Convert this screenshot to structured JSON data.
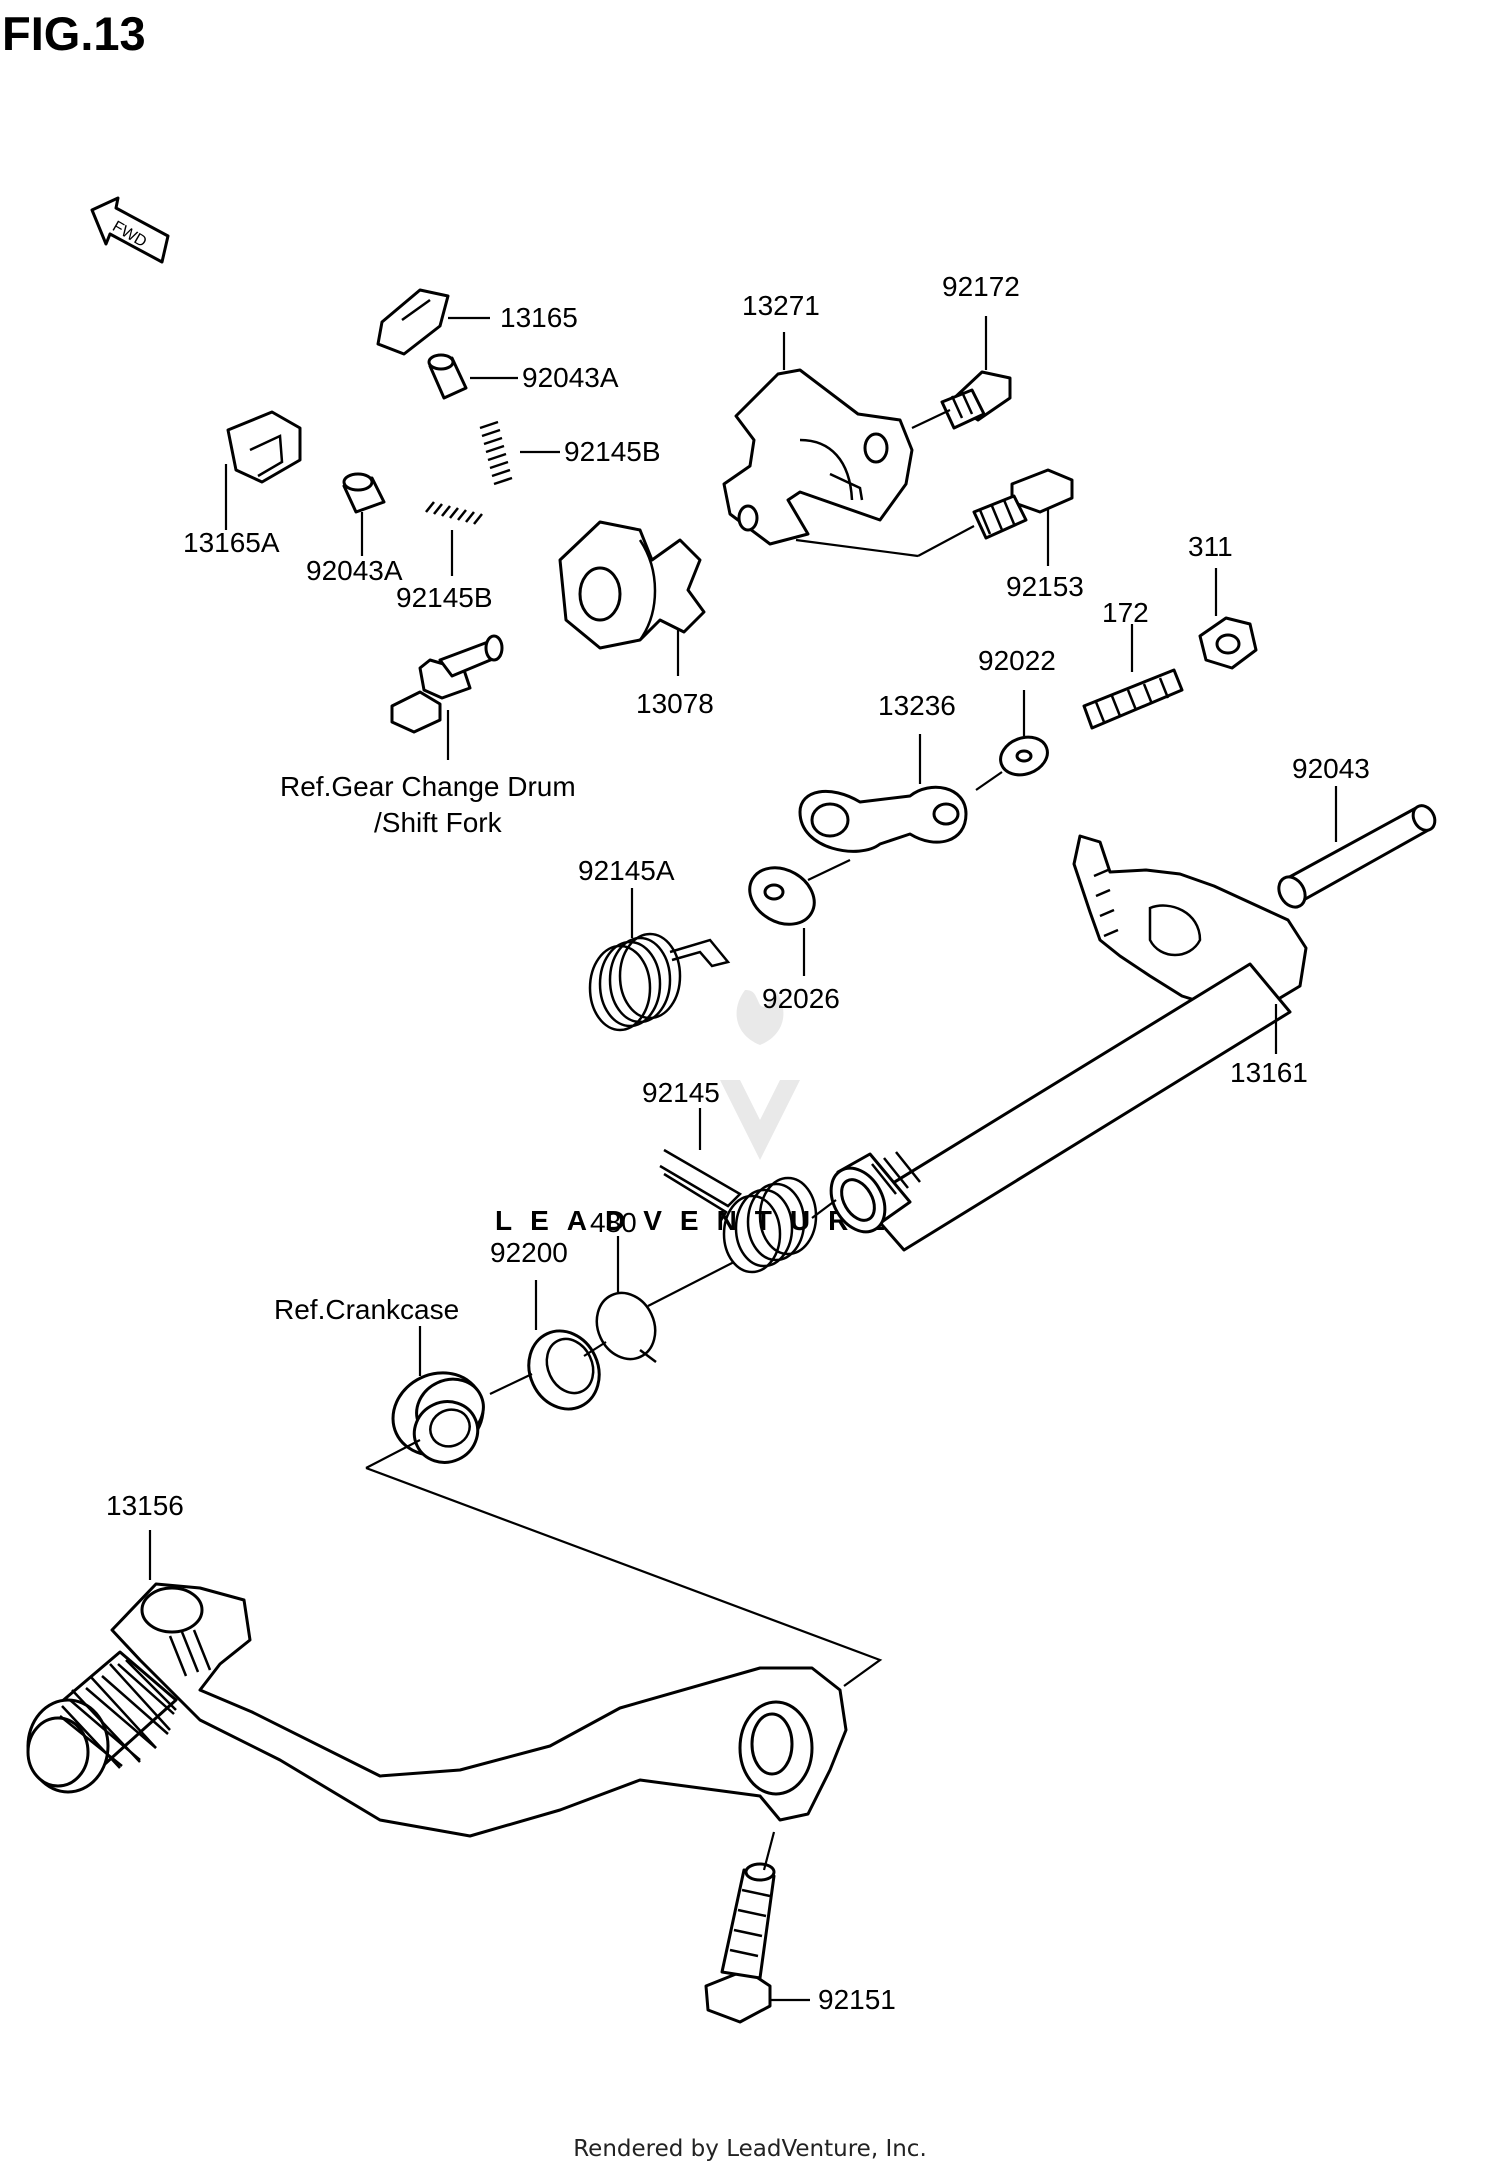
{
  "figure": {
    "title": "FIG.13",
    "fwd_label": "FWD"
  },
  "watermark": {
    "brand": "LEADVENTURE"
  },
  "labels": {
    "p13165": "13165",
    "p92043A_top": "92043A",
    "p92145B_top": "92145B",
    "p13165A": "13165A",
    "p92043A_low": "92043A",
    "p92145B_low": "92145B",
    "p13271": "13271",
    "p92172": "92172",
    "p92153": "92153",
    "p311": "311",
    "p13078": "13078",
    "p172": "172",
    "p92022": "92022",
    "p13236": "13236",
    "ref_drum_1": "Ref.Gear Change Drum",
    "ref_drum_2": "/Shift Fork",
    "p92043": "92043",
    "p92145A": "92145A",
    "p92026": "92026",
    "p13161": "13161",
    "p92145": "92145",
    "p480": "480",
    "p92200": "92200",
    "ref_crankcase": "Ref.Crankcase",
    "p13156": "13156",
    "p92151": "92151"
  },
  "footer": {
    "text": "Rendered by LeadVenture, Inc."
  }
}
